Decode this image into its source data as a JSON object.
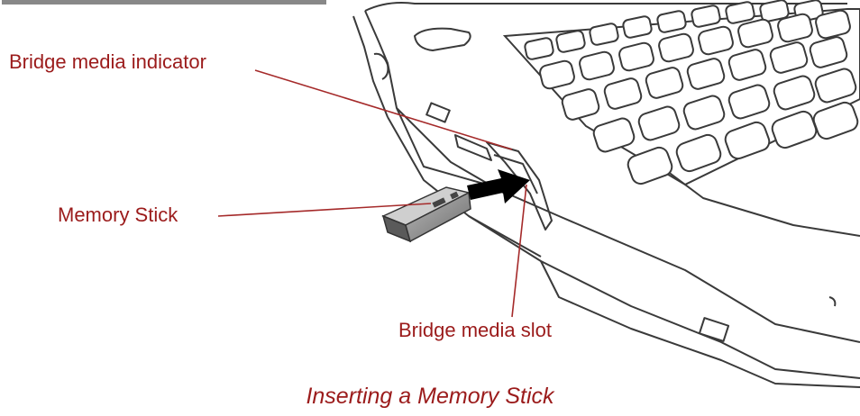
{
  "labels": {
    "indicator": "Bridge media indicator",
    "memory_stick": "Memory Stick",
    "slot": "Bridge media slot"
  },
  "caption": "Inserting a Memory Stick",
  "colors": {
    "label_text": "#9b1b1b",
    "leader_line": "#a52a2a",
    "line_art": "#3a3a3a",
    "caption_text": "#9b1b1b",
    "arrow_fill": "#000000",
    "stick_fill": "#8c8c8c"
  }
}
